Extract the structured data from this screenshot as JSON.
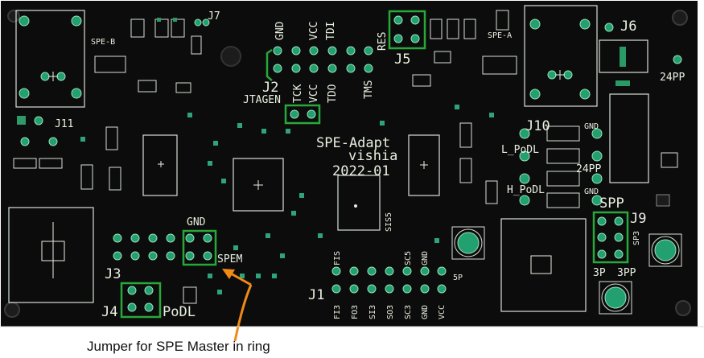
{
  "board": {
    "title_line1": "SPE-Adapt",
    "title_line2": "vishia",
    "title_line3": "2022-01",
    "colors": {
      "board": "#0c0c0c",
      "silk": "#e8f0e0",
      "pad": "#23a070",
      "connector_outline": "#29a83a",
      "annotation_arrow": "#f08a17"
    }
  },
  "labels": {
    "spe_b": "SPE-B",
    "spe_a": "SPE-A",
    "j7": "J7",
    "j6": "J6",
    "j5": "J5",
    "j2": "J2",
    "j10": "J10",
    "j11": "J11",
    "j3": "J3",
    "j4": "J4",
    "j1": "J1",
    "j9": "J9",
    "gnd_top": "GND",
    "vcc_top": "VCC",
    "tdi_top": "TDI",
    "res": "RES",
    "tck": "TCK",
    "vcc_mid": "VCC",
    "tdo": "TDO",
    "tms": "TMS",
    "jtagen": "JTAGEN",
    "pp24_top": "24PP",
    "pp24_mid": "24PP",
    "lpodl": "L_PoDL",
    "hpodl": "H_PoDL",
    "gnd_r1": "GND",
    "gnd_r2": "GND",
    "spp": "SPP",
    "sp3": "SP3",
    "p3": "3P",
    "pp3": "3PP",
    "gnd_spem": "GND",
    "spem": "SPEM",
    "podl": "PoDL",
    "sis5": "SIS5",
    "fis": "FIS",
    "sc5": "SC5",
    "gnd_j1": "GND",
    "p5": "5P",
    "fi3": "FI3",
    "fo3": "FO3",
    "si3": "SI3",
    "so3": "SO3",
    "sc3": "SC3",
    "gnd_b": "GND",
    "vcc_b": "VCC"
  },
  "annotation": {
    "caption": "Jumper for SPE Master in ring"
  }
}
